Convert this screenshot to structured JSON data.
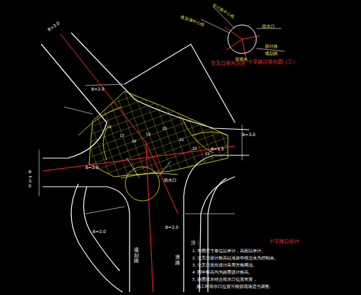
{
  "diagram": {
    "labels": [
      "注：",
      "1. 本图尺寸单位以米计，高程以米计。",
      "2. 交叉口设计标高以道路中线交点为控制点。",
      "3. 交叉口竖向设计采用方格网法。",
      "4. 图中标高均为路面设计标高。",
      "5. 路面排水结合雨水口位置布置，",
      "施工时雨水口位置可根据现场适当调整。",
      "十字路口设计",
      "交叉口竖向示意",
      "十字路口竖向图（三）",
      "规划路",
      "道路",
      "B=3.0",
      "B=2.0",
      "B=3.0",
      "B=2.0",
      "B=2.0",
      "B=2.0",
      "B=1.5",
      "B=3.0",
      "设计路中心线",
      "规划路中心线",
      "雨水口",
      "设计路",
      "规划路",
      "变坡点",
      "16",
      "17",
      "18",
      "19",
      "20",
      "21",
      "22",
      "23",
      "雨水口"
    ]
  }
}
